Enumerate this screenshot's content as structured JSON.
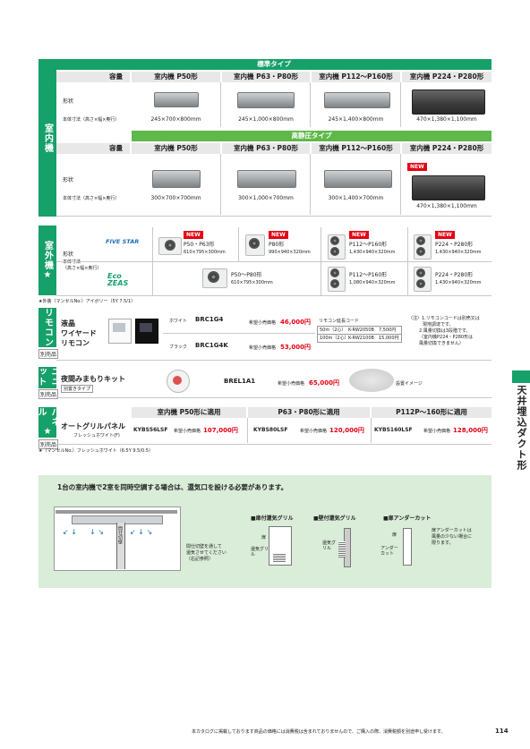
{
  "indoor": {
    "section_label": "室内機",
    "standard_header": "標準タイプ",
    "high_static_header": "高静圧タイプ",
    "capacity_label": "容量",
    "shape_label": "形状",
    "dim_label": "本体寸法（高さ×幅×奥行）",
    "columns": [
      "室内機 P50形",
      "室内機 P63・P80形",
      "室内機 P112〜P160形",
      "室内機 P224・P280形"
    ],
    "standard_dims": [
      "245×700×800mm",
      "245×1,000×800mm",
      "245×1,400×800mm",
      "470×1,380×1,100mm"
    ],
    "high_static_dims": [
      "300×700×700mm",
      "300×1,000×700mm",
      "300×1,400×700mm",
      "470×1,380×1,100mm"
    ],
    "new_label": "NEW"
  },
  "outdoor": {
    "section_label": "室外機",
    "star": "★",
    "shape_label": "形状",
    "dim_label_1": "本体寸法",
    "dim_label_2": "（高さ×幅×奥行）",
    "brand1": "FIVE STAR",
    "brand2": "Eco ZEAS",
    "fivestar_items": [
      {
        "name": "P50・P63形",
        "dim": "610×795×300mm",
        "new": "NEW"
      },
      {
        "name": "P80形",
        "dim": "990×940×320mm",
        "new": "NEW"
      },
      {
        "name": "P112〜P160形",
        "dim": "1,430×940×320mm",
        "new": "NEW"
      },
      {
        "name": "P224・P280形",
        "dim": "1,430×940×320mm",
        "new": "NEW"
      }
    ],
    "ecozeas_items": [
      {
        "name": "P50〜P80形",
        "dim": "610×795×300mm"
      },
      {
        "name": "P112〜P160形",
        "dim": "1,080×940×320mm"
      },
      {
        "name": "P224・P280形",
        "dim": "1,430×940×320mm"
      }
    ],
    "footnote": "★外装（マンセルNo.）アイボリー（5Y 7.5/1）"
  },
  "remote": {
    "section_label": "リモコン",
    "sold_separately": "別売品",
    "name_lines": [
      "液晶",
      "ワイヤード",
      "リモコン"
    ],
    "white_label": "ホワイト",
    "black_label": "ブラック",
    "white_model": "BRC1G4",
    "black_model": "BRC1G4K",
    "price_label": "希望小売価格",
    "white_price": "46,000円",
    "black_price": "53,000円",
    "ext_cord_title": "リモコン延長コード",
    "ext_rows": [
      {
        "len": "50m（2心）",
        "model": "K-RW2050B",
        "price": "7,500円"
      },
      {
        "len": "100m（2心）",
        "model": "K-RW2100B",
        "price": "15,000円"
      }
    ],
    "notes": [
      "（注）1.リモコンコードは別売又は",
      "現地調達です。",
      "2.風量切換は3段階です。",
      "（室内機P224・P280形は",
      "風量切換できません）"
    ]
  },
  "unit": {
    "section_label": "ユニット",
    "sold_separately": "別売品",
    "name": "夜間みまもりキット",
    "sub": "別置きタイプ",
    "model": "BREL1A1",
    "price_label": "希望小売価格",
    "price": "65,000円",
    "install_label": "設置イメージ"
  },
  "panel": {
    "section_label": "パネル",
    "star": "★",
    "sold_separately": "別売品",
    "name": "オートグリルパネル",
    "sub": "フレッシュホワイト(F)",
    "headers": [
      "室内機 P50形に適用",
      "P63・P80形に適用",
      "P112P〜160形に適用"
    ],
    "models": [
      "KYBS56LSF",
      "KYBS80LSF",
      "KYBS160LSF"
    ],
    "price_label": "希望小売価格",
    "prices": [
      "107,000円",
      "120,000円",
      "128,000円"
    ],
    "footnote": "★（マンセルNo.）フレッシュホワイト（6.5Y 9.5/0.5）"
  },
  "note": {
    "title": "1台の室内機で2室を同時空調する場合は、還気口を設ける必要があります。",
    "partition": "間仕切壁",
    "caption_lines": [
      "間仕切壁を通して",
      "還気させてください",
      "（右記参照）"
    ],
    "legend": [
      "■扉付還気グリル",
      "■壁付還気グリル",
      "■扉アンダーカット"
    ],
    "door": "扉",
    "grille_1": "還気グリル",
    "grille_2": "還気グリル",
    "undercut": "アンダーカット",
    "undercut_note": [
      "扉アンダーカットは",
      "風量の少ない場合に",
      "限ります。"
    ]
  },
  "side_title": "天井埋込ダクト形",
  "footer": {
    "text": "本カタログに掲載しております商品の価格には消費税は含まれておりませんので、ご購入の際、消費税額を別途申し受けます。",
    "page": "114"
  }
}
